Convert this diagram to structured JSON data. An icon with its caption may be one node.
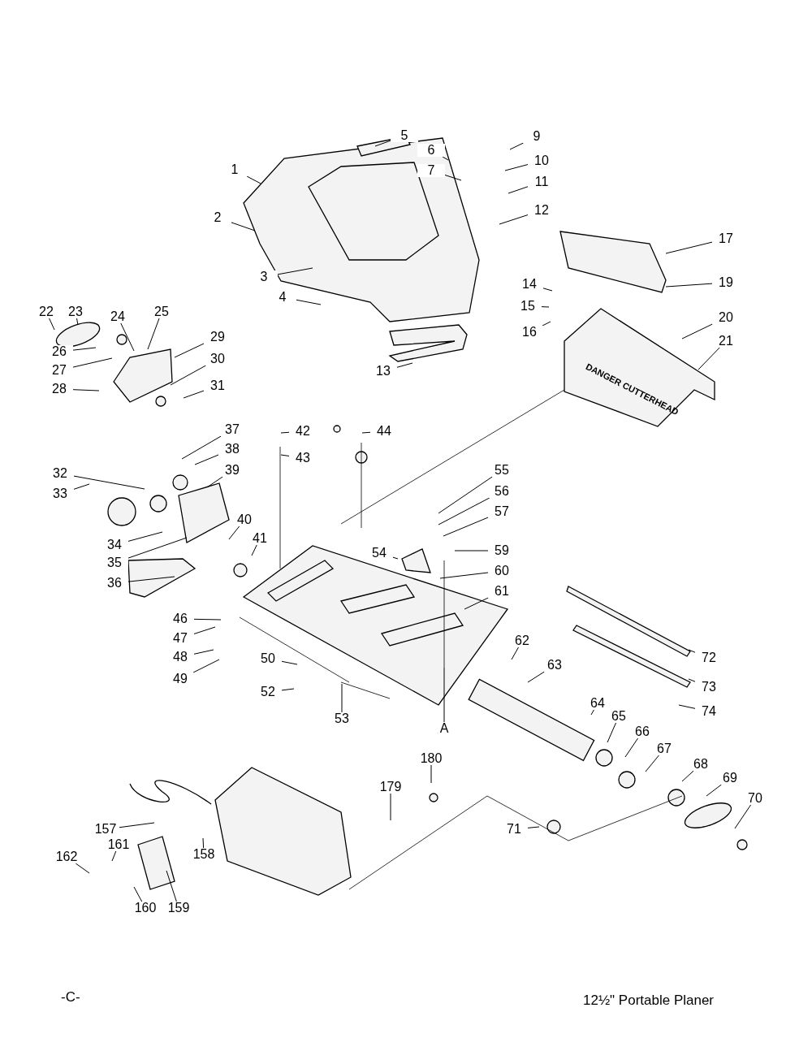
{
  "diagram": {
    "nodes": [
      {
        "text": [
          "1"
        ]
      },
      {
        "text": [
          "2"
        ]
      },
      {
        "text": [
          "3"
        ]
      },
      {
        "text": [
          "4"
        ]
      },
      {
        "text": [
          "5"
        ]
      },
      {
        "text": [
          "6"
        ]
      },
      {
        "text": [
          "7"
        ]
      },
      {
        "text": [
          "9"
        ]
      },
      {
        "text": [
          "10"
        ]
      },
      {
        "text": [
          "11"
        ]
      },
      {
        "text": [
          "12"
        ]
      },
      {
        "text": [
          "13"
        ]
      },
      {
        "text": [
          "14"
        ]
      },
      {
        "text": [
          "15"
        ]
      },
      {
        "text": [
          "16"
        ]
      },
      {
        "text": [
          "17"
        ]
      },
      {
        "text": [
          "19"
        ]
      },
      {
        "text": [
          "20"
        ]
      },
      {
        "text": [
          "21"
        ]
      },
      {
        "text": [
          "22"
        ]
      },
      {
        "text": [
          "23"
        ]
      },
      {
        "text": [
          "24"
        ]
      },
      {
        "text": [
          "25"
        ]
      },
      {
        "text": [
          "26"
        ]
      },
      {
        "text": [
          "27"
        ]
      },
      {
        "text": [
          "28"
        ]
      },
      {
        "text": [
          "29"
        ]
      },
      {
        "text": [
          "30"
        ]
      },
      {
        "text": [
          "31"
        ]
      },
      {
        "text": [
          "32"
        ]
      },
      {
        "text": [
          "33"
        ]
      },
      {
        "text": [
          "34"
        ]
      },
      {
        "text": [
          "35"
        ]
      },
      {
        "text": [
          "36"
        ]
      },
      {
        "text": [
          "37"
        ]
      },
      {
        "text": [
          "38"
        ]
      },
      {
        "text": [
          "39"
        ]
      },
      {
        "text": [
          "40"
        ]
      },
      {
        "text": [
          "41"
        ]
      },
      {
        "text": [
          "42"
        ]
      },
      {
        "text": [
          "43"
        ]
      },
      {
        "text": [
          "44"
        ]
      },
      {
        "text": [
          "46"
        ]
      },
      {
        "text": [
          "47"
        ]
      },
      {
        "text": [
          "48"
        ]
      },
      {
        "text": [
          "49"
        ]
      },
      {
        "text": [
          "50"
        ]
      },
      {
        "text": [
          "52"
        ]
      },
      {
        "text": [
          "53"
        ]
      },
      {
        "text": [
          "54"
        ]
      },
      {
        "text": [
          "55"
        ]
      },
      {
        "text": [
          "56"
        ]
      },
      {
        "text": [
          "57"
        ]
      },
      {
        "text": [
          "59"
        ]
      },
      {
        "text": [
          "60"
        ]
      },
      {
        "text": [
          "61"
        ]
      },
      {
        "text": [
          "62"
        ]
      },
      {
        "text": [
          "63"
        ]
      },
      {
        "text": [
          "64"
        ]
      },
      {
        "text": [
          "65"
        ]
      },
      {
        "text": [
          "66"
        ]
      },
      {
        "text": [
          "67"
        ]
      },
      {
        "text": [
          "68"
        ]
      },
      {
        "text": [
          "69"
        ]
      },
      {
        "text": [
          "70"
        ]
      },
      {
        "text": [
          "71"
        ]
      },
      {
        "text": [
          "72"
        ]
      },
      {
        "text": [
          "73"
        ]
      },
      {
        "text": [
          "74"
        ]
      },
      {
        "text": [
          "157"
        ]
      },
      {
        "text": [
          "158"
        ]
      },
      {
        "text": [
          "159"
        ]
      },
      {
        "text": [
          "160"
        ]
      },
      {
        "text": [
          "161"
        ]
      },
      {
        "text": [
          "162"
        ]
      },
      {
        "text": [
          "179"
        ]
      },
      {
        "text": [
          "180"
        ]
      },
      {
        "text": [
          "A"
        ]
      },
      {
        "text": [
          "DANGER CUTTERHEAD"
        ]
      }
    ],
    "edges": [
      {
        "from": 0,
        "to": null,
        "arrow": "none"
      },
      {
        "from": 1,
        "to": null,
        "arrow": "none"
      },
      {
        "from": 2,
        "to": null,
        "arrow": "none"
      },
      {
        "from": 3,
        "to": null,
        "arrow": "none"
      },
      {
        "from": 4,
        "to": null,
        "arrow": "none"
      },
      {
        "from": 5,
        "to": null,
        "arrow": "none"
      },
      {
        "from": 6,
        "to": null,
        "arrow": "none"
      },
      {
        "from": 7,
        "to": null,
        "arrow": "none"
      },
      {
        "from": 8,
        "to": null,
        "arrow": "none"
      },
      {
        "from": 9,
        "to": null,
        "arrow": "none"
      },
      {
        "from": 10,
        "to": null,
        "arrow": "none"
      },
      {
        "from": 11,
        "to": null,
        "arrow": "none"
      },
      {
        "from": 12,
        "to": null,
        "arrow": "none"
      },
      {
        "from": 13,
        "to": null,
        "arrow": "none"
      },
      {
        "from": 14,
        "to": null,
        "arrow": "none"
      },
      {
        "from": 15,
        "to": null,
        "arrow": "none"
      },
      {
        "from": 16,
        "to": null,
        "arrow": "none"
      },
      {
        "from": 17,
        "to": 78,
        "arrow": "none"
      },
      {
        "from": 18,
        "to": 78,
        "arrow": "none"
      },
      {
        "from": 19,
        "to": null,
        "arrow": "none"
      },
      {
        "from": 20,
        "to": null,
        "arrow": "none"
      },
      {
        "from": 21,
        "to": null,
        "arrow": "none"
      },
      {
        "from": 22,
        "to": null,
        "arrow": "none"
      },
      {
        "from": 23,
        "to": null,
        "arrow": "none"
      },
      {
        "from": 24,
        "to": null,
        "arrow": "none"
      },
      {
        "from": 25,
        "to": null,
        "arrow": "none"
      },
      {
        "from": 26,
        "to": null,
        "arrow": "none"
      },
      {
        "from": 27,
        "to": null,
        "arrow": "none"
      },
      {
        "from": 28,
        "to": null,
        "arrow": "none"
      },
      {
        "from": 29,
        "to": null,
        "arrow": "none"
      },
      {
        "from": 30,
        "to": null,
        "arrow": "none"
      },
      {
        "from": 31,
        "to": null,
        "arrow": "none"
      },
      {
        "from": 32,
        "to": null,
        "arrow": "none"
      },
      {
        "from": 33,
        "to": null,
        "arrow": "none"
      },
      {
        "from": 34,
        "to": null,
        "arrow": "none"
      },
      {
        "from": 35,
        "to": null,
        "arrow": "none"
      },
      {
        "from": 36,
        "to": null,
        "arrow": "none"
      },
      {
        "from": 37,
        "to": null,
        "arrow": "none"
      },
      {
        "from": 38,
        "to": null,
        "arrow": "none"
      },
      {
        "from": 39,
        "to": null,
        "arrow": "none"
      },
      {
        "from": 40,
        "to": null,
        "arrow": "none"
      },
      {
        "from": 41,
        "to": null,
        "arrow": "none"
      },
      {
        "from": 42,
        "to": null,
        "arrow": "none"
      },
      {
        "from": 43,
        "to": null,
        "arrow": "none"
      },
      {
        "from": 44,
        "to": null,
        "arrow": "none"
      },
      {
        "from": 45,
        "to": null,
        "arrow": "none"
      },
      {
        "from": 46,
        "to": null,
        "arrow": "none"
      },
      {
        "from": 47,
        "to": null,
        "arrow": "none"
      },
      {
        "from": 48,
        "to": null,
        "arrow": "none"
      },
      {
        "from": 49,
        "to": null,
        "arrow": "none"
      },
      {
        "from": 50,
        "to": null,
        "arrow": "none"
      },
      {
        "from": 51,
        "to": null,
        "arrow": "none"
      },
      {
        "from": 52,
        "to": null,
        "arrow": "none"
      },
      {
        "from": 53,
        "to": null,
        "arrow": "none"
      },
      {
        "from": 54,
        "to": null,
        "arrow": "none"
      },
      {
        "from": 55,
        "to": null,
        "arrow": "none"
      },
      {
        "from": 56,
        "to": null,
        "arrow": "none"
      },
      {
        "from": 57,
        "to": null,
        "arrow": "none"
      },
      {
        "from": 58,
        "to": null,
        "arrow": "none"
      },
      {
        "from": 59,
        "to": null,
        "arrow": "none"
      },
      {
        "from": 60,
        "to": null,
        "arrow": "none"
      },
      {
        "from": 61,
        "to": null,
        "arrow": "none"
      },
      {
        "from": 62,
        "to": null,
        "arrow": "none"
      },
      {
        "from": 63,
        "to": null,
        "arrow": "none"
      },
      {
        "from": 64,
        "to": null,
        "arrow": "none"
      },
      {
        "from": 65,
        "to": null,
        "arrow": "none"
      },
      {
        "from": 66,
        "to": null,
        "arrow": "none"
      },
      {
        "from": 67,
        "to": null,
        "arrow": "none"
      },
      {
        "from": 68,
        "to": null,
        "arrow": "none"
      },
      {
        "from": 69,
        "to": null,
        "arrow": "none"
      },
      {
        "from": 70,
        "to": null,
        "arrow": "none"
      },
      {
        "from": 71,
        "to": null,
        "arrow": "none"
      },
      {
        "from": 72,
        "to": null,
        "arrow": "none"
      },
      {
        "from": 73,
        "to": null,
        "arrow": "none"
      },
      {
        "from": 74,
        "to": null,
        "arrow": "none"
      },
      {
        "from": 75,
        "to": null,
        "arrow": "none"
      },
      {
        "from": 76,
        "to": null,
        "arrow": "none"
      },
      {
        "from": 77,
        "to": null,
        "arrow": "none"
      }
    ],
    "labels": [
      "-C-",
      "12½\" Portable Planer"
    ]
  }
}
